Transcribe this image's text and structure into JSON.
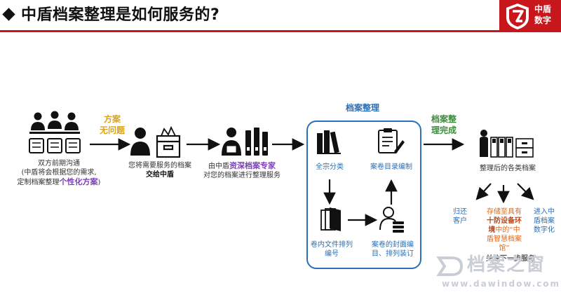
{
  "title": "中盾档案整理是如何服务的?",
  "logo": {
    "line1": "中盾",
    "line2": "数字"
  },
  "colors": {
    "accent_red": "#c8161d",
    "blue": "#2b6fb6",
    "gold": "#d9a31c",
    "green": "#3d8b3d",
    "purple": "#7b3fb8",
    "orange": "#e06a1b"
  },
  "step1": {
    "line1": "双方前期沟通",
    "line2": "(中盾将会根据您的需求,",
    "line3_prefix": "定制档案整理",
    "line3_highlight": "个性化方案",
    "line3_suffix": ")"
  },
  "arrow1": {
    "line1": "方案",
    "line2": "无问题"
  },
  "step2": {
    "line1": "您将需要服务的档案",
    "line2": "交给中盾"
  },
  "step3": {
    "line1_prefix": "由中盾",
    "line1_highlight": "资深档案专家",
    "line2": "对您的档案进行整理服务"
  },
  "process_box": {
    "title": "档案整理",
    "item1": "全宗分类",
    "item2": "案卷目录编制",
    "item3": {
      "line1": "卷内文件排列",
      "line2": "编号"
    },
    "item4": {
      "line1": "案卷的封面编",
      "line2": "目、排列装订"
    }
  },
  "arrow_done": {
    "line1": "档案整",
    "line2": "理完成"
  },
  "result": {
    "label": "整理后的各类档案"
  },
  "outcomes": {
    "return": {
      "line1": "归还",
      "line2": "客户"
    },
    "store": {
      "line1": "存储至具有",
      "line2": "十防设备环",
      "line3_prefix": "境",
      "line3_suffix": "中的“中",
      "line4": "盾智慧档案",
      "line5": "馆”"
    },
    "digital": {
      "line1": "进入中",
      "line2": "盾档案",
      "line3": "数字化"
    }
  },
  "watermark": {
    "brand": "档案之窗",
    "url": "www.dawindow.com",
    "partial": "关注下一步服务"
  }
}
